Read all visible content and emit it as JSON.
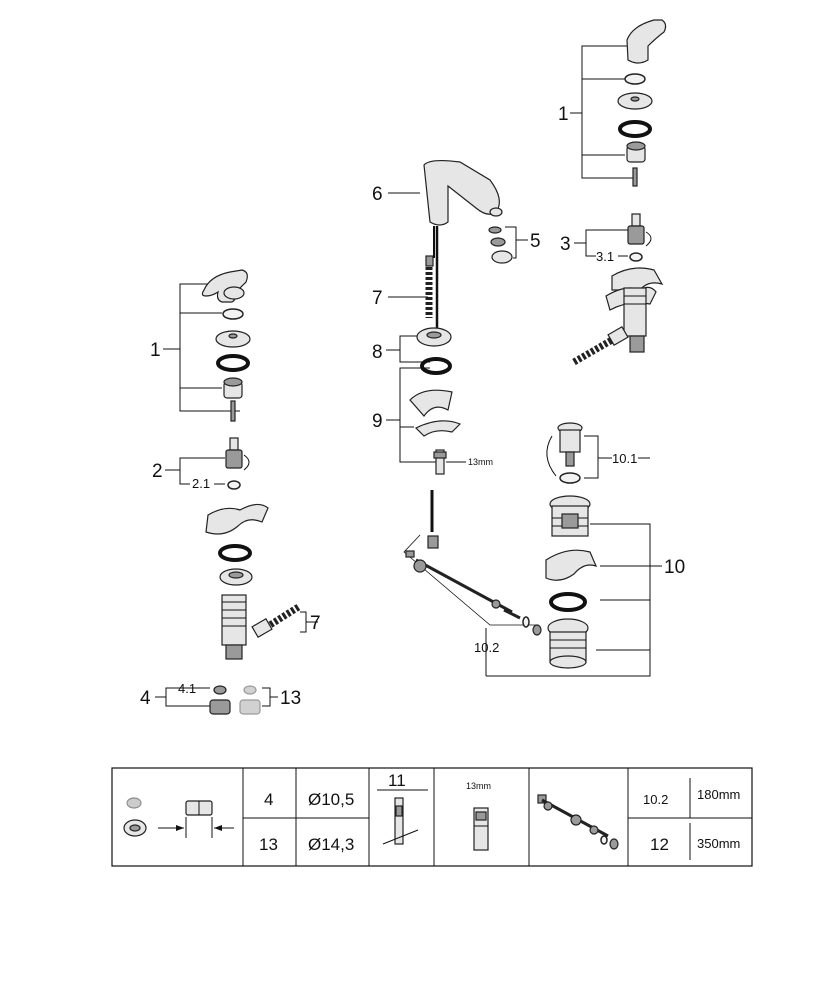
{
  "callouts": {
    "c1_left": "1",
    "c2": "2",
    "c2_1": "2.1",
    "c7_left": "7",
    "c4": "4",
    "c4_1": "4.1",
    "c13": "13",
    "c6": "6",
    "c7_mid": "7",
    "c5": "5",
    "c8": "8",
    "c9": "9",
    "c13mm_mid": "13mm",
    "c1_right": "1",
    "c3": "3",
    "c3_1": "3.1",
    "c10_1": "10.1",
    "c10": "10",
    "c10_2": "10.2"
  },
  "table": {
    "col2": {
      "r1_id": "4",
      "r1_val": "Ø10,5",
      "r2_id": "13",
      "r2_val": "Ø14,3"
    },
    "col3": {
      "id": "11"
    },
    "col4": {
      "size": "13mm"
    },
    "col6": {
      "r1_id": "10.2",
      "r1_val": "180mm",
      "r2_id": "12",
      "r2_val": "350mm"
    }
  },
  "icons": [
    "lever-handle-icon",
    "o-ring-icon",
    "cartridge-icon",
    "hose-icon",
    "pop-up-waste-icon",
    "wrench-key-icon",
    "nut-icon",
    "pop-up-rod-icon"
  ]
}
